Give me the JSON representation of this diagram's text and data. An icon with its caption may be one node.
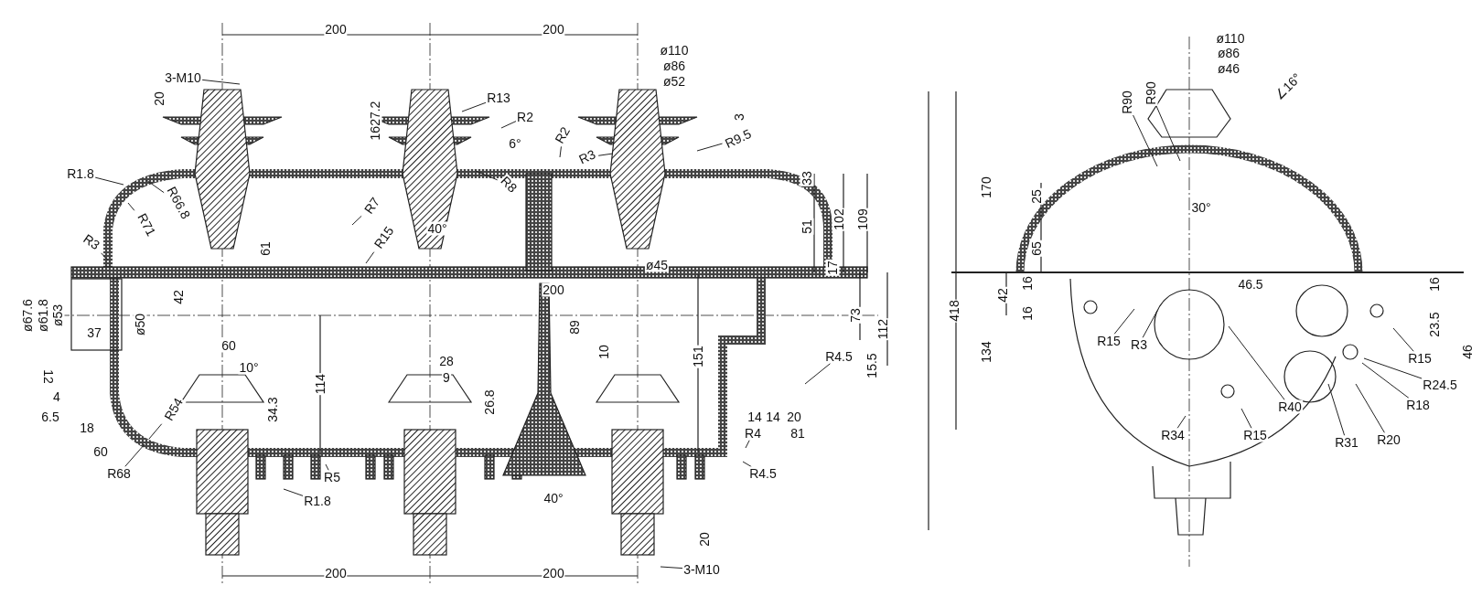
{
  "diagram": {
    "nodes": [
      {
        "text": [
          "3-M10"
        ]
      },
      {
        "text": [
          "R1.8"
        ]
      },
      {
        "text": [
          "R66.8"
        ]
      },
      {
        "text": [
          "R71"
        ]
      },
      {
        "text": [
          "R3"
        ]
      },
      {
        "text": [
          "R7"
        ]
      },
      {
        "text": [
          "R15"
        ]
      },
      {
        "text": [
          "R13"
        ]
      },
      {
        "text": [
          "R2"
        ]
      },
      {
        "text": [
          "R2"
        ]
      },
      {
        "text": [
          "R3"
        ]
      },
      {
        "text": [
          "R9.5"
        ]
      },
      {
        "text": [
          "R8"
        ]
      },
      {
        "text": [
          "R54"
        ]
      },
      {
        "text": [
          "R68"
        ]
      },
      {
        "text": [
          "R5"
        ]
      },
      {
        "text": [
          "R1.8"
        ]
      },
      {
        "text": [
          "R4.5"
        ]
      },
      {
        "text": [
          "R4"
        ]
      },
      {
        "text": [
          "R4.5"
        ]
      },
      {
        "text": [
          "3-M10"
        ]
      },
      {
        "text": [
          "R90"
        ]
      },
      {
        "text": [
          "R90"
        ]
      },
      {
        "text": [
          "R15"
        ]
      },
      {
        "text": [
          "R3"
        ]
      },
      {
        "text": [
          "R40"
        ]
      },
      {
        "text": [
          "R34"
        ]
      },
      {
        "text": [
          "R15"
        ]
      },
      {
        "text": [
          "R31"
        ]
      },
      {
        "text": [
          "R20"
        ]
      },
      {
        "text": [
          "R18"
        ]
      },
      {
        "text": [
          "R24.5"
        ]
      },
      {
        "text": [
          "R15"
        ]
      }
    ],
    "edges": [
      {
        "from": 0,
        "to": null,
        "arrow": "none"
      },
      {
        "from": 1,
        "to": null,
        "arrow": "none"
      },
      {
        "from": 2,
        "to": null,
        "arrow": "none"
      },
      {
        "from": 3,
        "to": null,
        "arrow": "none"
      },
      {
        "from": 4,
        "to": null,
        "arrow": "none"
      },
      {
        "from": 5,
        "to": null,
        "arrow": "none"
      },
      {
        "from": 6,
        "to": null,
        "arrow": "none"
      },
      {
        "from": 7,
        "to": null,
        "arrow": "none"
      },
      {
        "from": 8,
        "to": null,
        "arrow": "none"
      },
      {
        "from": 9,
        "to": null,
        "arrow": "none"
      },
      {
        "from": 10,
        "to": null,
        "arrow": "none"
      },
      {
        "from": 11,
        "to": null,
        "arrow": "none"
      },
      {
        "from": 12,
        "to": null,
        "arrow": "none"
      },
      {
        "from": 13,
        "to": null,
        "arrow": "none"
      },
      {
        "from": 14,
        "to": null,
        "arrow": "none"
      },
      {
        "from": 15,
        "to": null,
        "arrow": "none"
      },
      {
        "from": 16,
        "to": null,
        "arrow": "none"
      },
      {
        "from": 17,
        "to": null,
        "arrow": "none"
      },
      {
        "from": 18,
        "to": null,
        "arrow": "none"
      },
      {
        "from": 19,
        "to": null,
        "arrow": "none"
      },
      {
        "from": 20,
        "to": null,
        "arrow": "none"
      },
      {
        "from": 21,
        "to": null,
        "arrow": "none"
      },
      {
        "from": 22,
        "to": null,
        "arrow": "none"
      },
      {
        "from": 23,
        "to": null,
        "arrow": "none"
      },
      {
        "from": 24,
        "to": null,
        "arrow": "none"
      },
      {
        "from": 25,
        "to": null,
        "arrow": "none"
      },
      {
        "from": 26,
        "to": null,
        "arrow": "none"
      },
      {
        "from": 27,
        "to": null,
        "arrow": "none"
      },
      {
        "from": 28,
        "to": null,
        "arrow": "none"
      },
      {
        "from": 29,
        "to": null,
        "arrow": "none"
      },
      {
        "from": 30,
        "to": null,
        "arrow": "none"
      },
      {
        "from": 31,
        "to": null,
        "arrow": "none"
      },
      {
        "from": 32,
        "to": null,
        "arrow": "none"
      }
    ],
    "labels": [
      "200",
      "200",
      "ø110",
      "ø86",
      "ø52",
      "20",
      "1627.2",
      "3",
      "6°",
      "33",
      "51",
      "102",
      "109",
      "17",
      "61",
      "40°",
      "ø45",
      "42",
      "200",
      "89",
      "10",
      "73",
      "112",
      "ø67.6",
      "ø61.8",
      "ø53",
      "37",
      "ø50",
      "60",
      "10°",
      "28",
      "9",
      "114",
      "34.3",
      "26.8",
      "151",
      "15.5",
      "12",
      "4",
      "6.5",
      "18",
      "60",
      "14",
      "14",
      "20",
      "81",
      "40°",
      "20",
      "200",
      "200",
      "ø110",
      "ø86",
      "ø46",
      "∠16°",
      "170",
      "25",
      "65",
      "30°",
      "418",
      "16",
      "42",
      "16",
      "134",
      "46.5",
      "16",
      "23.5",
      "46"
    ]
  }
}
